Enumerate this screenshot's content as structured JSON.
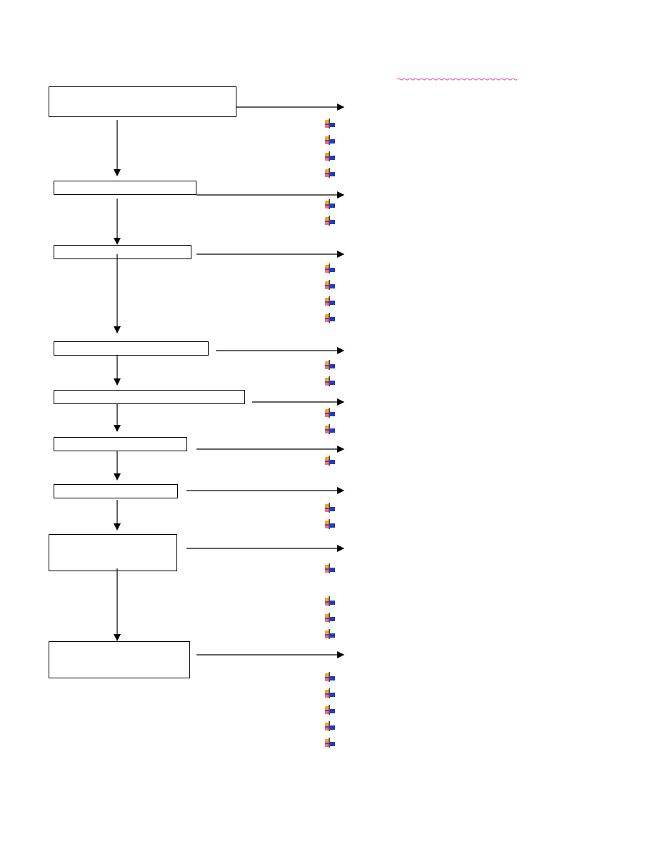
{
  "diagram": {
    "colors": {
      "line": "#000000",
      "box_border": "#000000",
      "squiggle": "#e64aa6",
      "bullet_orange": "#f2a23a",
      "bullet_pink": "#e76f9b",
      "bullet_blue": "#2a36c9",
      "bullet_yellow": "#f1d23a"
    },
    "icon": "colored-cross-bullet-icon",
    "groups": [
      {
        "box_text": "",
        "bullets": 4
      },
      {
        "box_text": "",
        "bullets": 2
      },
      {
        "box_text": "",
        "bullets": 4
      },
      {
        "box_text": "",
        "bullets": 2
      },
      {
        "box_text": "",
        "bullets": 2
      },
      {
        "box_text": "",
        "bullets": 1
      },
      {
        "box_text": "",
        "bullets": 2
      },
      {
        "box_text": "",
        "bullets": 4
      },
      {
        "box_text": "",
        "bullets": 5
      }
    ]
  }
}
